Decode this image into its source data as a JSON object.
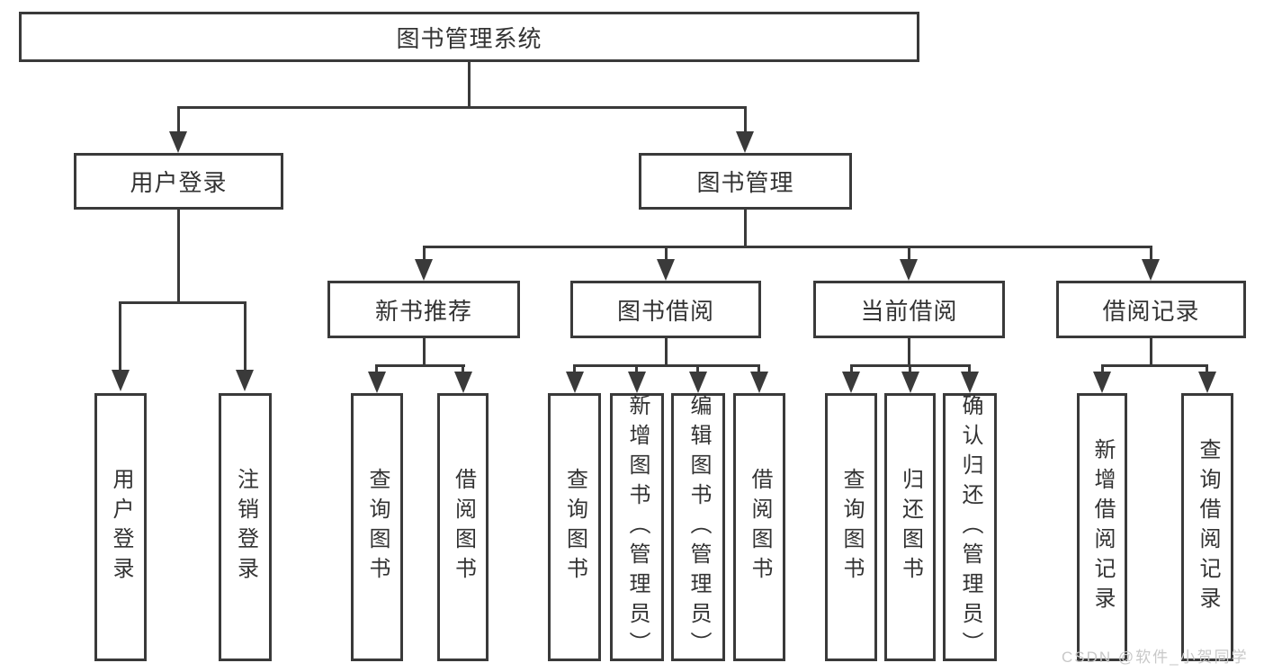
{
  "diagram": {
    "root": {
      "label": "图书管理系统"
    },
    "branches": [
      {
        "label": "用户登录",
        "children": [
          {
            "label": "用户登录"
          },
          {
            "label": "注销登录"
          }
        ]
      },
      {
        "label": "图书管理",
        "children": [
          {
            "label": "新书推荐",
            "children": [
              {
                "label": "查询图书"
              },
              {
                "label": "借阅图书"
              }
            ]
          },
          {
            "label": "图书借阅",
            "children": [
              {
                "label": "查询图书"
              },
              {
                "label": "新增图书（管理员）"
              },
              {
                "label": "编辑图书（管理员）"
              },
              {
                "label": "借阅图书"
              }
            ]
          },
          {
            "label": "当前借阅",
            "children": [
              {
                "label": "查询图书"
              },
              {
                "label": "归还图书"
              },
              {
                "label": "确认归还（管理员）"
              }
            ]
          },
          {
            "label": "借阅记录",
            "children": [
              {
                "label": "新增借阅记录"
              },
              {
                "label": "查询借阅记录"
              }
            ]
          }
        ]
      }
    ]
  },
  "watermark": {
    "text": "CSDN @软件_小贺同学"
  },
  "colors": {
    "line": "#3a3a3a",
    "text": "#333333",
    "background": "#ffffff",
    "watermark": "#c8c8c8"
  }
}
